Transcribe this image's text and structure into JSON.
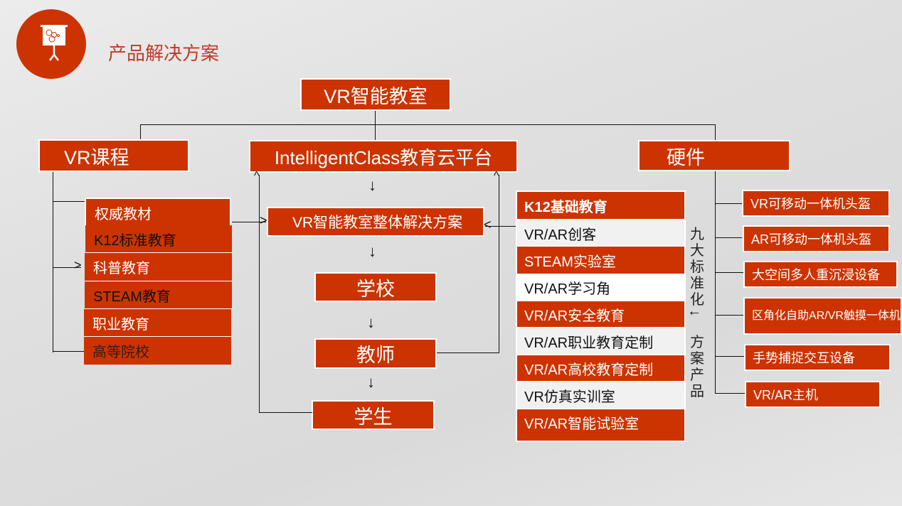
{
  "header": {
    "title": "产品解决方案",
    "icon": "presentation-board-icon"
  },
  "colors": {
    "accent": "#cc3300",
    "title_text": "#c0392b",
    "light_row": "#f1f1f1"
  },
  "diagram": {
    "root": "VR智能教室",
    "branches": {
      "course": {
        "label": "VR课程",
        "items": [
          "权威教材",
          "K12标准教育",
          "科普教育",
          "STEAM教育",
          "职业教育",
          "高等院校"
        ]
      },
      "platform": {
        "label": "IntelligentClass教育云平台",
        "solution": "VR智能教室整体解决方案",
        "flow": [
          "学校",
          "教师",
          "学生"
        ]
      },
      "hardware": {
        "label": "硬件",
        "items": [
          "VR可移动一体机头盔",
          "AR可移动一体机头盔",
          "大空间多人重沉浸设备",
          "区角化自助AR/VR触摸一体机",
          "手势捕捉交互设备",
          "VR/AR主机"
        ]
      }
    },
    "standard_products": {
      "items": [
        "K12基础教育",
        "VR/AR创客",
        "STEAM实验室",
        "VR/AR学习角",
        "VR/AR安全教育",
        "VR/AR职业教育定制",
        "VR/AR高校教育定制",
        "VR仿真实训室",
        "VR/AR智能试验室"
      ],
      "side_label_top": [
        "九",
        "大",
        "标",
        "准",
        "化"
      ],
      "side_label_bottom": [
        "方",
        "案",
        "产",
        "品"
      ]
    }
  }
}
